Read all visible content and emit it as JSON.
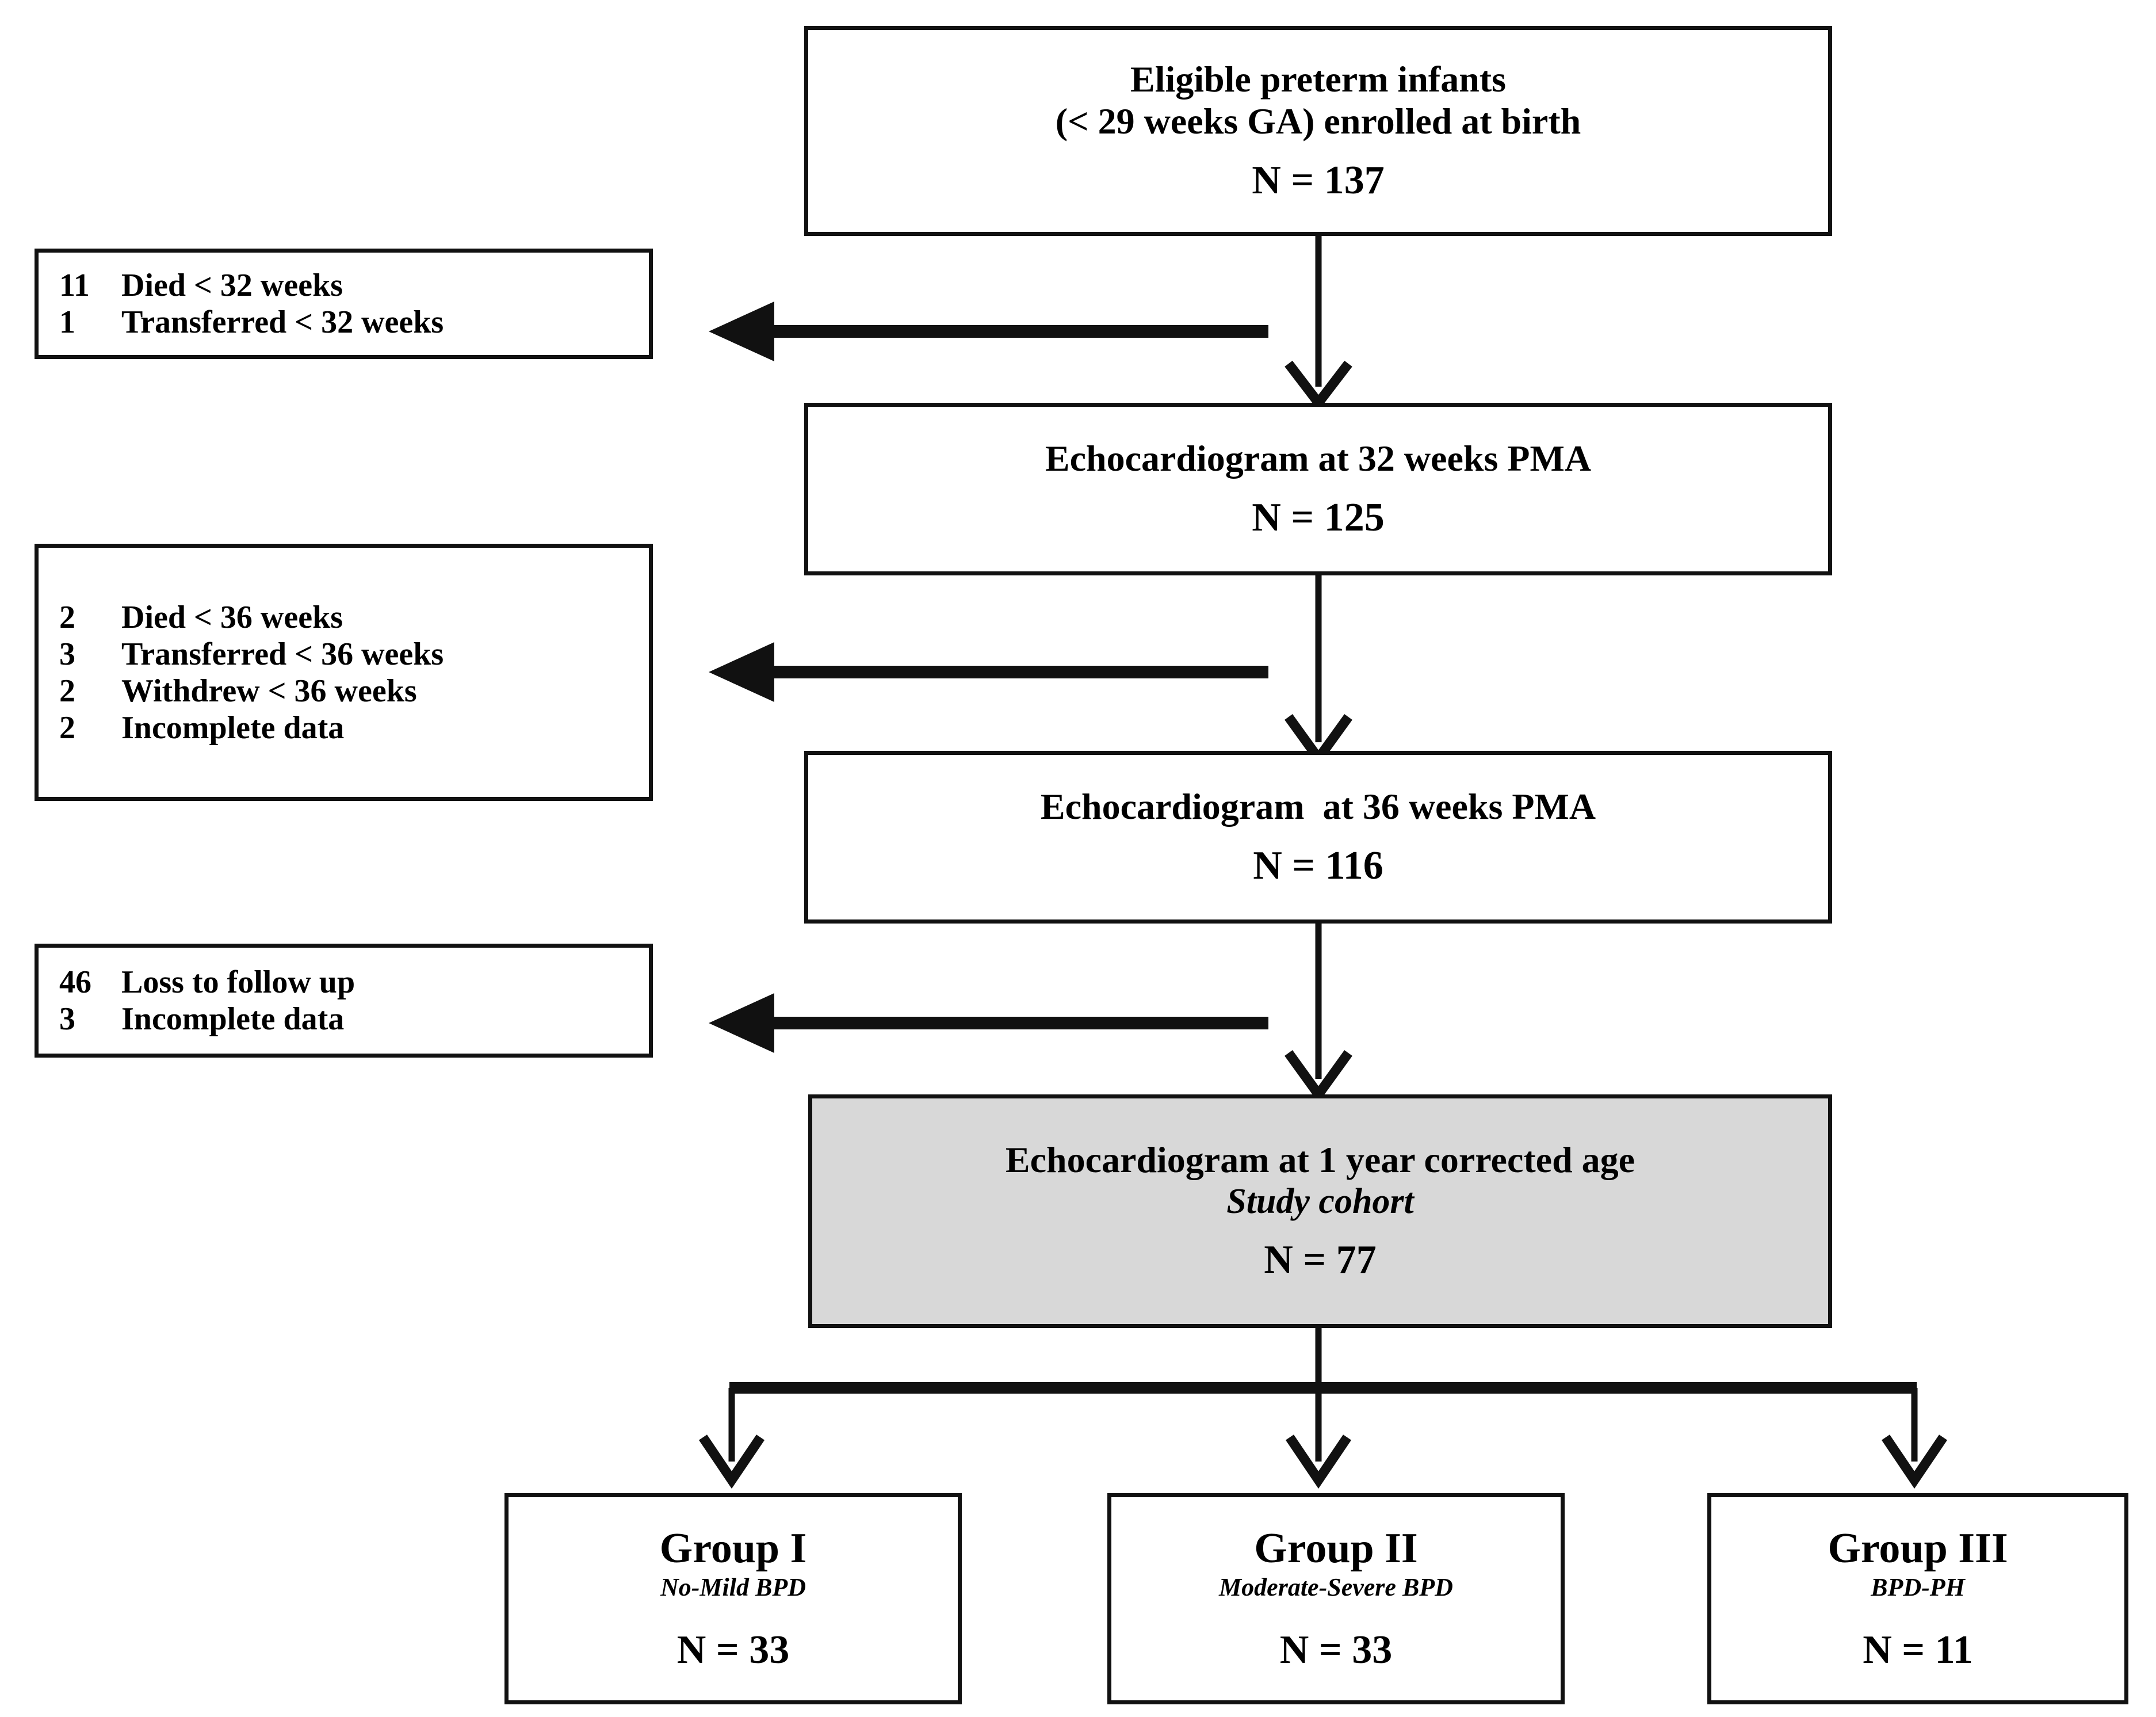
{
  "diagram": {
    "type": "study-flow-chart",
    "colors": {
      "line": "#111111",
      "box_fill": "#ffffff",
      "cohort_fill": "#d8d8d8"
    },
    "flow": [
      {
        "id": "enrolled",
        "line1": "Eligible preterm infants",
        "line2": "(< 29 weeks GA) enrolled at birth",
        "n_label": "N = 137",
        "n_value": 137
      },
      {
        "id": "echo32",
        "line1": "Echocardiogram at 32 weeks PMA",
        "n_label": "N = 125",
        "n_value": 125
      },
      {
        "id": "echo36",
        "line1": "Echocardiogram  at 36 weeks PMA",
        "n_label": "N = 116",
        "n_value": 116
      },
      {
        "id": "cohort",
        "line1": "Echocardiogram at 1 year corrected age",
        "line2": "Study cohort",
        "n_label": "N = 77",
        "n_value": 77,
        "shaded": true
      }
    ],
    "exclusions": [
      {
        "id": "excl-32w",
        "rows": [
          {
            "count": "11",
            "reason": "Died < 32 weeks"
          },
          {
            "count": "1",
            "reason": "Transferred < 32 weeks"
          }
        ]
      },
      {
        "id": "excl-36w",
        "rows": [
          {
            "count": "2",
            "reason": "Died < 36 weeks"
          },
          {
            "count": "3",
            "reason": "Transferred < 36 weeks"
          },
          {
            "count": "2",
            "reason": "Withdrew < 36 weeks"
          },
          {
            "count": "2",
            "reason": "Incomplete data"
          }
        ]
      },
      {
        "id": "excl-followup",
        "rows": [
          {
            "count": "46",
            "reason": "Loss to follow up"
          },
          {
            "count": "3",
            "reason": "Incomplete data"
          }
        ]
      }
    ],
    "groups": [
      {
        "id": "group-1",
        "title": "Group I",
        "subtitle": "No-Mild BPD",
        "n_label": "N = 33",
        "n_value": 33
      },
      {
        "id": "group-2",
        "title": "Group II",
        "subtitle": "Moderate-Severe BPD",
        "n_label": "N = 33",
        "n_value": 33
      },
      {
        "id": "group-3",
        "title": "Group III",
        "subtitle": "BPD-PH",
        "n_label": "N = 11",
        "n_value": 11
      }
    ]
  }
}
